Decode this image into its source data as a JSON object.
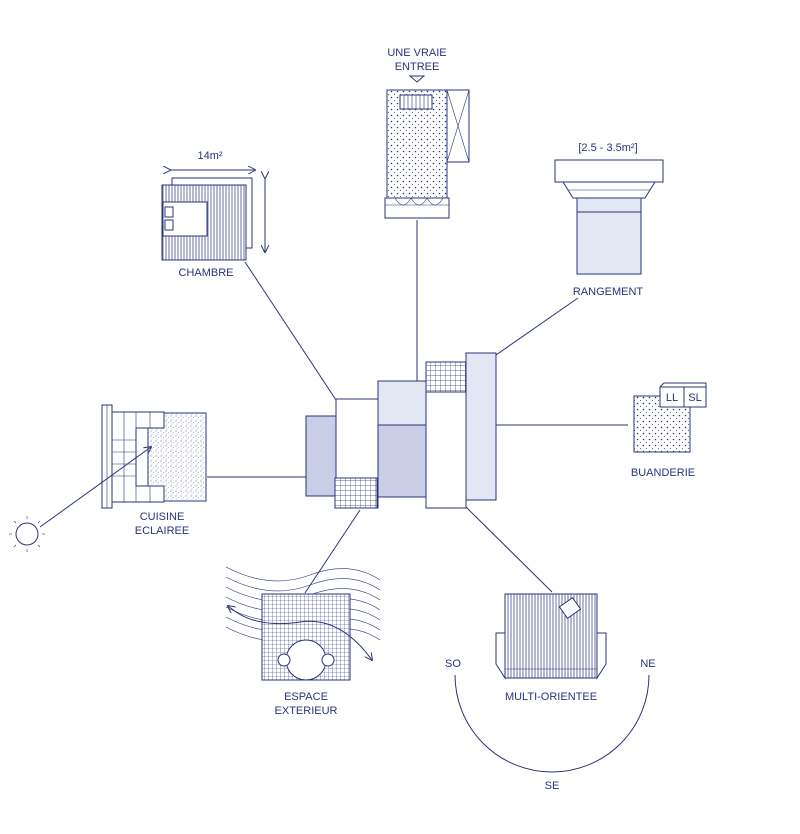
{
  "colors": {
    "ink": "#2a347a",
    "pale": "#e3e6f3",
    "mid": "#c9cde6"
  },
  "labels": {
    "entree_line1": "UNE VRAIE",
    "entree_line2": "ENTREE",
    "chambre": "CHAMBRE",
    "chambre_area": "14m²",
    "rangement_range": "[2.5 - 3.5m²]",
    "rangement": "RANGEMENT",
    "buanderie": "BUANDERIE",
    "buanderie_ll": "LL",
    "buanderie_sl": "SL",
    "cuisine_line1": "CUISINE",
    "cuisine_line2": "ECLAIREE",
    "espace_line1": "ESPACE",
    "espace_line2": "EXTERIEUR",
    "multi": "MULTI-ORIENTEE",
    "compass_so": "SO",
    "compass_ne": "NE",
    "compass_se": "SE"
  }
}
